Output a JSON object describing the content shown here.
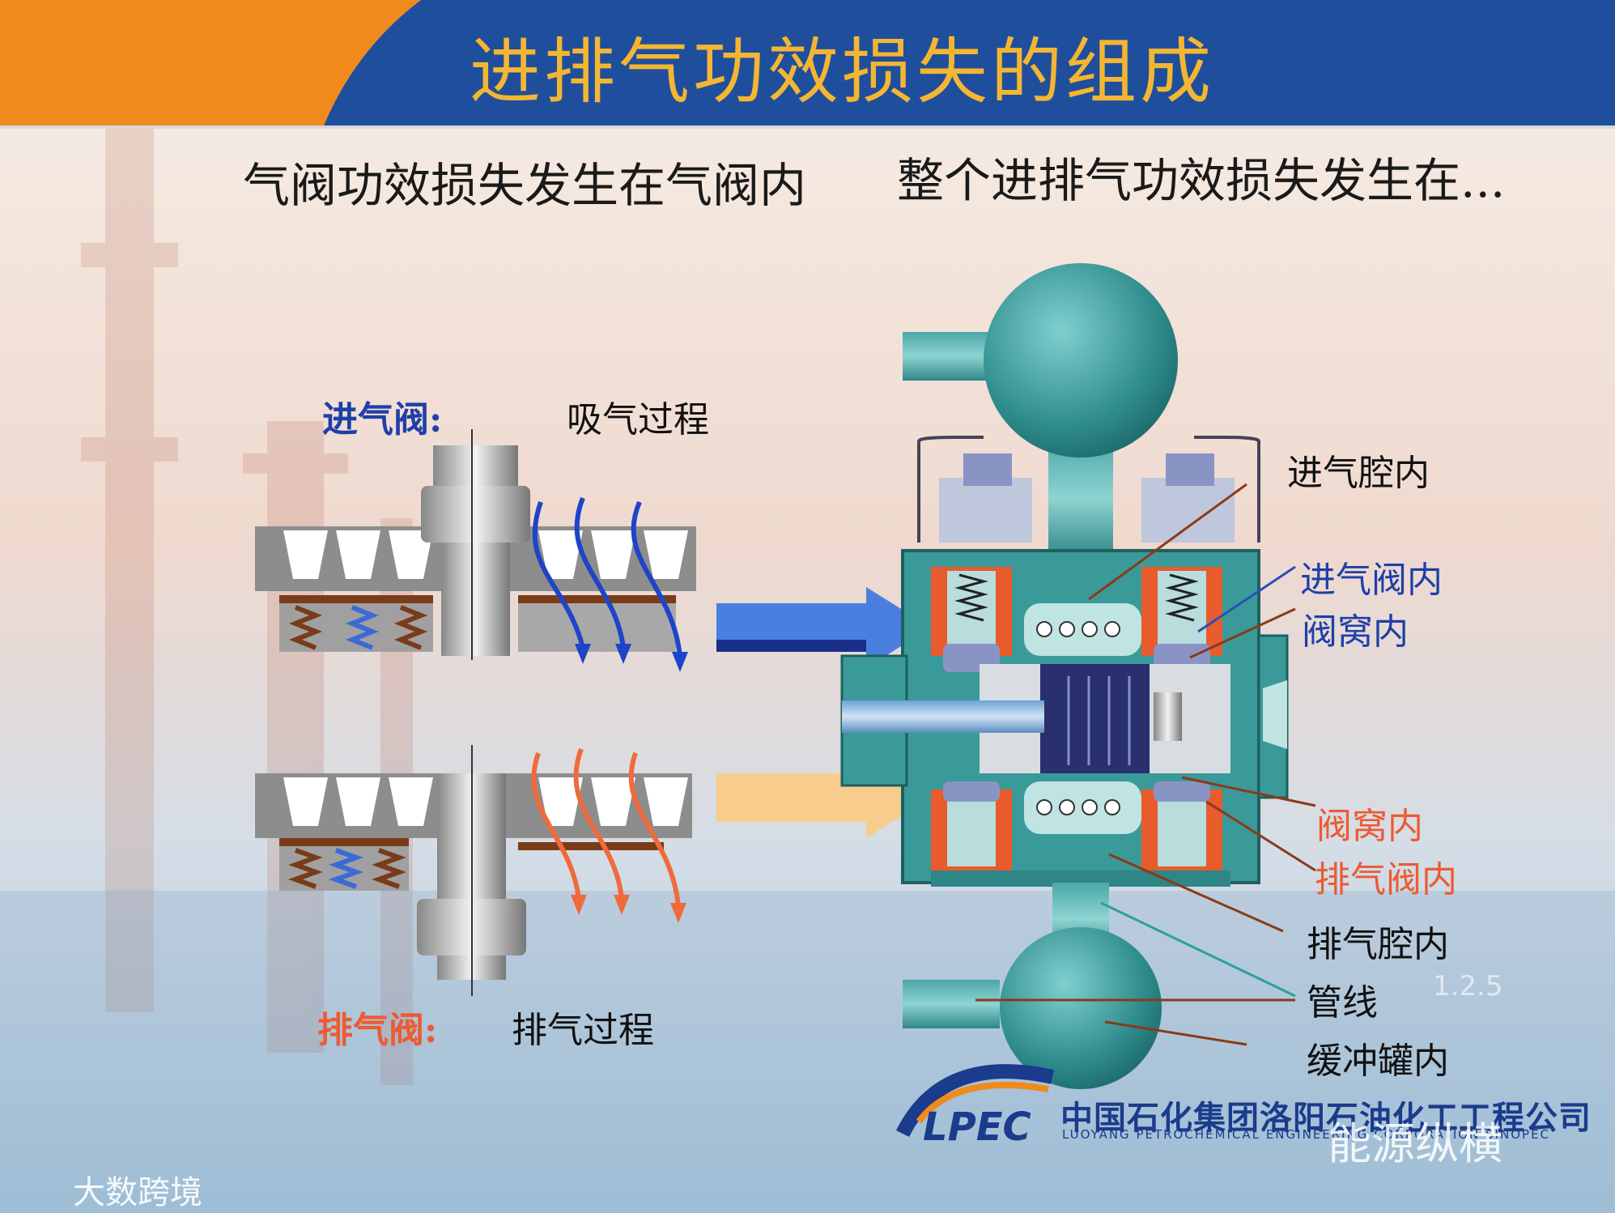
{
  "title": "进排气功效损失的组成",
  "left_heading": "气阀功效损失发生在气阀内",
  "right_heading": "整个进排气功效损失发生在...",
  "intake_valve": {
    "label": "进气阀:",
    "process": "吸气过程"
  },
  "exhaust_valve": {
    "label": "排气阀:",
    "process": "排气过程"
  },
  "callouts": [
    {
      "id": "intake-chamber",
      "text": "进气腔内",
      "color": "#111111"
    },
    {
      "id": "intake-valve",
      "text": "进气阀内",
      "color": "#1f3fa8"
    },
    {
      "id": "intake-nest",
      "text": "阀窝内",
      "color": "#1f3fa8"
    },
    {
      "id": "exhaust-nest",
      "text": "阀窝内",
      "color": "#ec5b33"
    },
    {
      "id": "exhaust-valve",
      "text": "排气阀内",
      "color": "#ec5b33"
    },
    {
      "id": "exhaust-chamber",
      "text": "排气腔内",
      "color": "#111111"
    },
    {
      "id": "pipeline",
      "text": "管线",
      "color": "#111111"
    },
    {
      "id": "buffer-tank",
      "text": "缓冲罐内",
      "color": "#111111"
    }
  ],
  "logo": {
    "abbr": "LPEC",
    "company_cn": "中国石化集团洛阳石油化工工程公司",
    "company_en": "LUOYANG PETROCHEMICAL ENGINEERING CORPORATION SINOPEC"
  },
  "watermarks": {
    "right": "能源纵横",
    "left": "大数跨境"
  },
  "page_number": "1.2.5",
  "colors": {
    "banner_blue": "#1f4f9c",
    "banner_orange": "#f08a1c",
    "title": "#f4b632",
    "intake": "#1f3fa8",
    "exhaust": "#ec5b33",
    "machine": "#3a9a9a"
  }
}
